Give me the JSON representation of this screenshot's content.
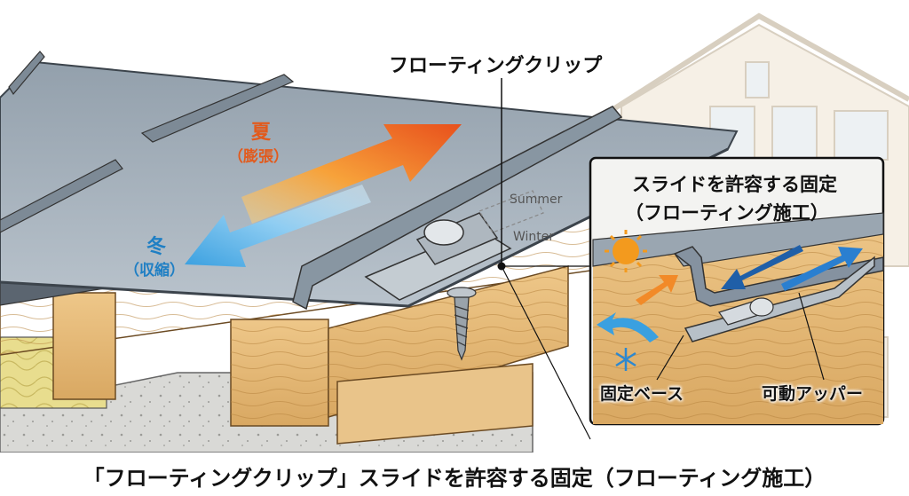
{
  "labels": {
    "floating_clip": "フローティングクリップ",
    "summer": "夏",
    "summer_sub": "（膨張）",
    "winter": "冬",
    "winter_sub": "（収縮）",
    "summer_en": "Summer",
    "winter_en": "Winter",
    "inset_title_line1": "スライドを許容する固定",
    "inset_title_line2": "（フローティング施工）",
    "fixed_base": "固定ベース",
    "movable_upper": "可動アッパー"
  },
  "caption": "「フローティングクリップ」スライドを許容する固定（フローティング施工）",
  "colors": {
    "summer_arrow": "#e8501c",
    "winter_arrow": "#3aa0e0",
    "roof_metal": "#a9b4be",
    "wood": "#e3b775"
  }
}
